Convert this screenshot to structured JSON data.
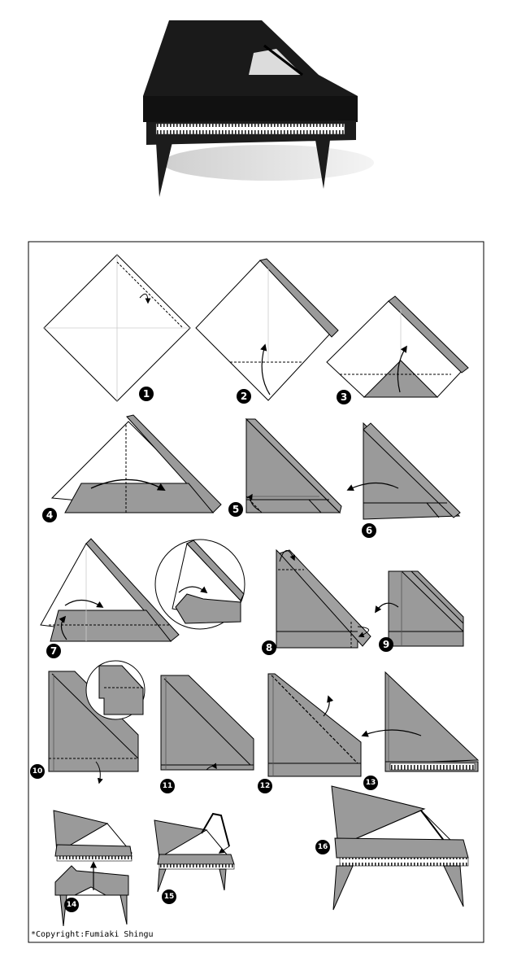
{
  "colors": {
    "paper_white": "#ffffff",
    "paper_gray": "#9a9a9a",
    "edge_gray": "#a0a0a0",
    "line": "#000000",
    "piano_black": "#1c1c1c"
  },
  "steps": [
    {
      "number": "1"
    },
    {
      "number": "2"
    },
    {
      "number": "3"
    },
    {
      "number": "4"
    },
    {
      "number": "5"
    },
    {
      "number": "6"
    },
    {
      "number": "7"
    },
    {
      "number": "8"
    },
    {
      "number": "9"
    },
    {
      "number": "10"
    },
    {
      "number": "11"
    },
    {
      "number": "12"
    },
    {
      "number": "13"
    },
    {
      "number": "14"
    },
    {
      "number": "15"
    },
    {
      "number": "16"
    }
  ],
  "copyright": "*Copyright:Fumiaki Shingu"
}
